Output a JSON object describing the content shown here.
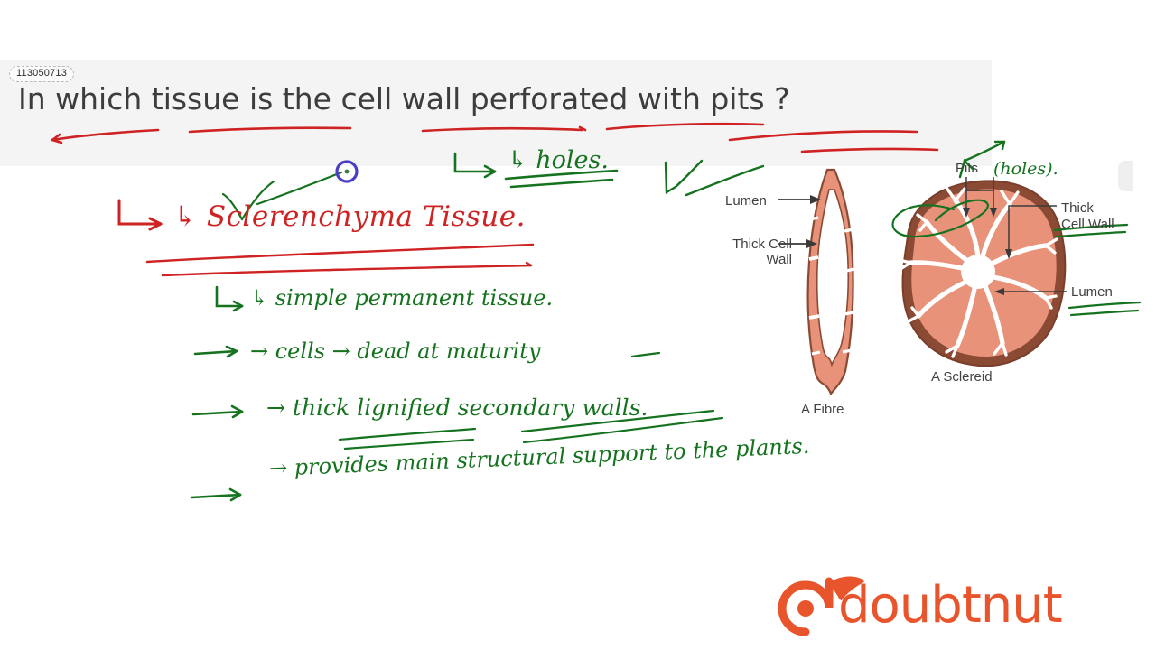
{
  "header": {
    "question_id": "113050713",
    "question_text": "In which tissue is the cell wall perforated with pits ?"
  },
  "annotations": {
    "answer_main": "↳ Sclerenchyma Tissue.",
    "note_holes": "↳ holes.",
    "note_simple_permanent": "↳ simple permanent tissue.",
    "note_cells_dead": "→   cells → dead   at  maturity",
    "note_thick_walls": "→  thick lignified  secondary walls.",
    "note_support": "→   provides  main   structural  support  to the   plants.",
    "note_pits_holes": "(holes)."
  },
  "diagram_fibre": {
    "label_lumen": "Lumen",
    "label_thick_cell_wall_line1": "Thick Cell",
    "label_thick_cell_wall_line2": "Wall",
    "caption": "A Fibre"
  },
  "diagram_sclereid": {
    "label_pits": "Pits",
    "label_thick_cell_wall_line1": "Thick",
    "label_thick_cell_wall_line2": "Cell Wall",
    "label_lumen": "Lumen",
    "caption": "A Sclereid"
  },
  "branding": {
    "logo_wordmark": "doubtnut"
  },
  "colors": {
    "ink_red": "#cf2222",
    "ink_green": "#15731f",
    "cursor_blue": "#4a3fc4",
    "brand_orange": "#e8552d",
    "cell_fill": "#e8927a",
    "cell_outline": "#8a4a33",
    "header_band": "#f4f4f4",
    "question_text": "#3d3d3d"
  }
}
